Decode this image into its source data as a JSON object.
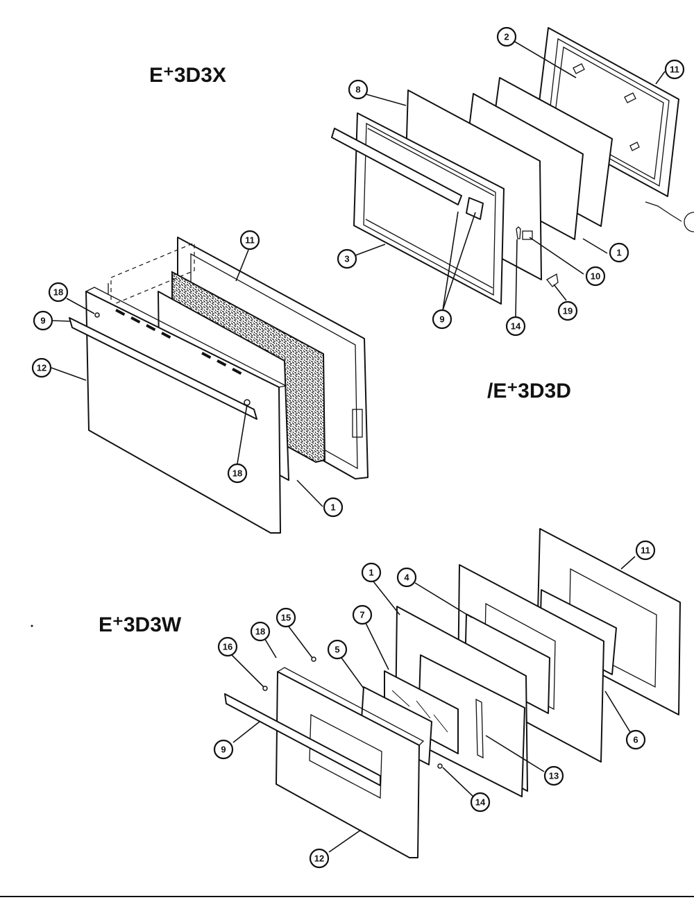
{
  "titles": {
    "e3d3x": "E⁺3D3X",
    "e3d3d": "/E⁺3D3D",
    "e3d3w": "E⁺3D3W"
  },
  "callouts": {
    "d_2": "2",
    "d_11": "11",
    "d_8": "8",
    "d_3": "3",
    "d_1": "1",
    "d_10": "10",
    "d_9": "9",
    "d_14": "14",
    "d_19": "19",
    "x_11": "11",
    "x_18a": "18",
    "x_9": "9",
    "x_12": "12",
    "x_18b": "18",
    "x_1": "1",
    "w_11": "11",
    "w_1": "1",
    "w_4": "4",
    "w_7": "7",
    "w_15": "15",
    "w_18": "18",
    "w_16": "16",
    "w_5": "5",
    "w_9": "9",
    "w_6": "6",
    "w_13": "13",
    "w_14": "14",
    "w_12": "12"
  }
}
